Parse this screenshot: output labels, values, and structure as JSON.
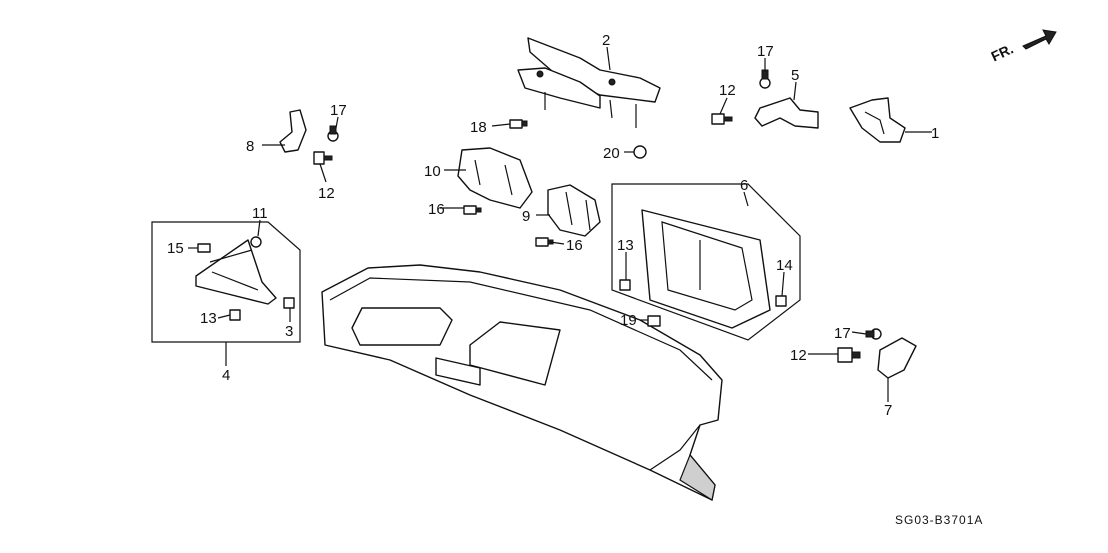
{
  "diagram_code": "SG03-B3701A",
  "direction_label": "FR.",
  "callouts": [
    "1",
    "2",
    "3",
    "4",
    "5",
    "6",
    "7",
    "8",
    "9",
    "10",
    "11",
    "12",
    "12",
    "12",
    "13",
    "13",
    "14",
    "15",
    "16",
    "16",
    "17",
    "17",
    "17",
    "18",
    "19",
    "20"
  ]
}
